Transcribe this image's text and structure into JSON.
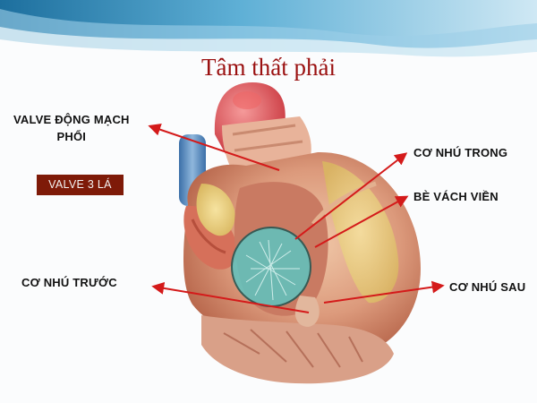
{
  "slide": {
    "title": "Tâm thất phải",
    "labels": {
      "valve_dong_mach_line1": "VALVE ĐỘNG MẠCH",
      "valve_dong_mach_line2": "PHỔI",
      "co_nhu_trong": "CƠ NHÚ TRONG",
      "be_vach_vien": "BÈ VÁCH VIỀN",
      "co_nhu_truoc": "CƠ NHÚ TRƯỚC",
      "co_nhu_sau": "CƠ NHÚ SAU",
      "valve_3_la": "VALVE 3 LÁ"
    },
    "colors": {
      "title": "#9a1010",
      "arrow": "#d41a1a",
      "valve_box": "#7e1a08",
      "highlight_circle": "#5ec4c0"
    }
  }
}
